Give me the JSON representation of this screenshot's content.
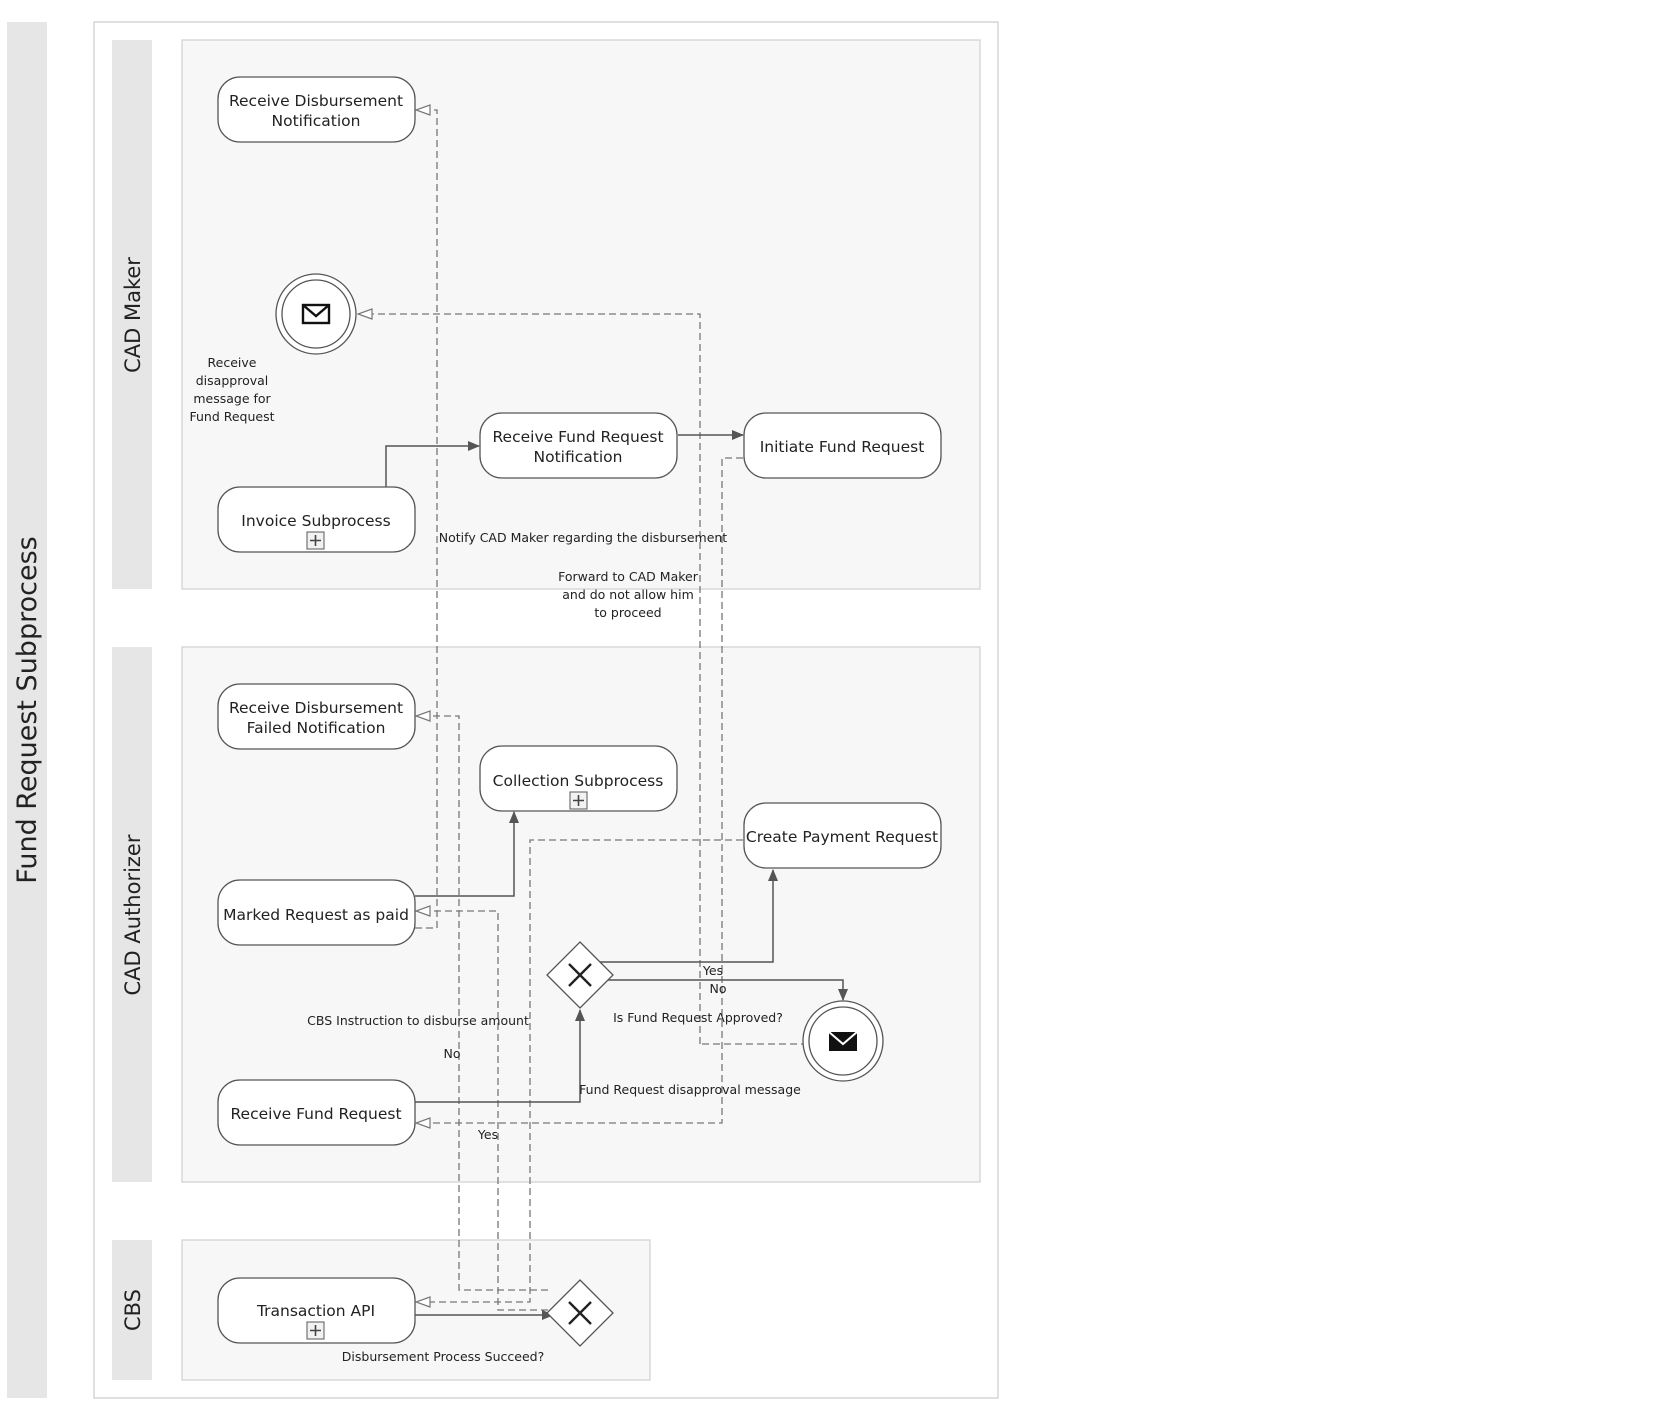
{
  "pool": {
    "title": "Fund Request Subprocess"
  },
  "lanes": {
    "cad_maker": "CAD Maker",
    "cad_authorizer": "CAD Authorizer",
    "cbs": "CBS"
  },
  "tasks": {
    "receive_disbursement_notification": [
      "Receive Disbursement",
      "Notification"
    ],
    "receive_fund_request_notification": [
      "Receive Fund Request",
      "Notification"
    ],
    "initiate_fund_request": "Initiate Fund Request",
    "invoice_subprocess": "Invoice Subprocess",
    "receive_disbursement_failed_notification": [
      "Receive Disbursement",
      "Failed Notification"
    ],
    "collection_subprocess": "Collection Subprocess",
    "create_payment_request": "Create Payment Request",
    "marked_request_as_paid": "Marked Request as paid",
    "receive_fund_request": "Receive Fund Request",
    "transaction_api": "Transaction API"
  },
  "events": {
    "receive_disapproval_label": [
      "Receive",
      "disapproval",
      "message for",
      "Fund Request"
    ]
  },
  "gateways": {
    "is_fund_request_approved": "Is Fund Request Approved?",
    "disbursement_process_succeed": "Disbursement Process Succeed?"
  },
  "labels": {
    "notify_cad_maker": "Notify CAD Maker regarding the disbursement",
    "forward_to_cad_maker": [
      "Forward to CAD Maker",
      "and do not allow him",
      "to proceed"
    ],
    "cbs_instruction": "CBS Instruction to disburse amount",
    "fund_request_disapproval_message": "Fund Request disapproval message",
    "yes": "Yes",
    "no": "No"
  },
  "colors": {
    "lane_header": "#e6e6e6",
    "lane_background": "#f7f7f7",
    "stroke": "#555555"
  },
  "icons": {
    "message_event": "envelope-icon",
    "gateway": "exclusive-gateway-x-icon",
    "subprocess": "subprocess-plus-icon"
  }
}
